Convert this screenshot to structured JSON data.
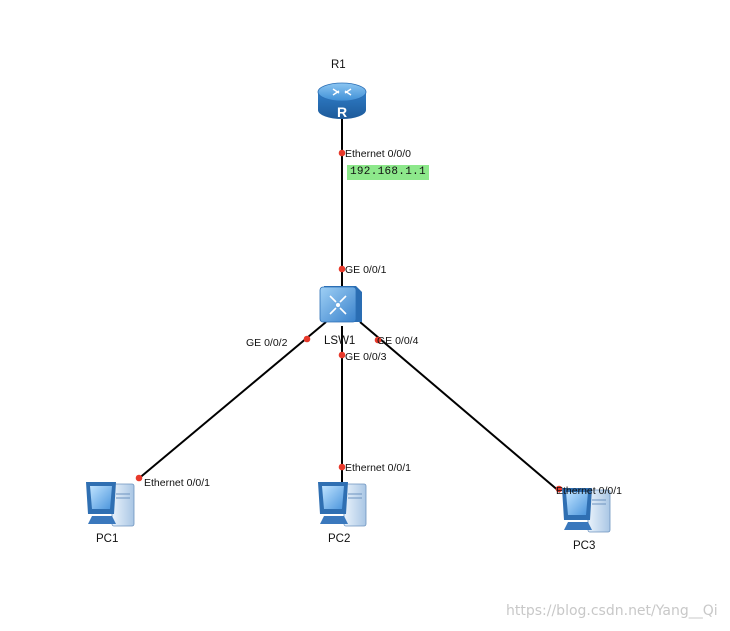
{
  "devices": {
    "router": {
      "name": "R1",
      "icon": "router-icon"
    },
    "switch": {
      "name": "LSW1",
      "icon": "switch-icon"
    },
    "pc1": {
      "name": "PC1",
      "icon": "pc-icon"
    },
    "pc2": {
      "name": "PC2",
      "icon": "pc-icon"
    },
    "pc3": {
      "name": "PC3",
      "icon": "pc-icon"
    }
  },
  "ports": {
    "r1_eth000": "Ethernet 0/0/0",
    "lsw1_ge001": "GE 0/0/1",
    "lsw1_ge002": "GE 0/0/2",
    "lsw1_ge003": "GE 0/0/3",
    "lsw1_ge004": "GE 0/0/4",
    "pc1_eth001": "Ethernet 0/0/1",
    "pc2_eth001": "Ethernet 0/0/1",
    "pc3_eth001": "Ethernet 0/0/1"
  },
  "annotations": {
    "r1_ip": "192.168.1.1"
  },
  "watermark": "https://blog.csdn.net/Yang__Qi",
  "colors": {
    "link": "#000000",
    "port_dot": "#e8392b",
    "ip_highlight": "#8de88b",
    "router_blue": "#3f8fd6",
    "switch_blue": "#4a90d9"
  }
}
